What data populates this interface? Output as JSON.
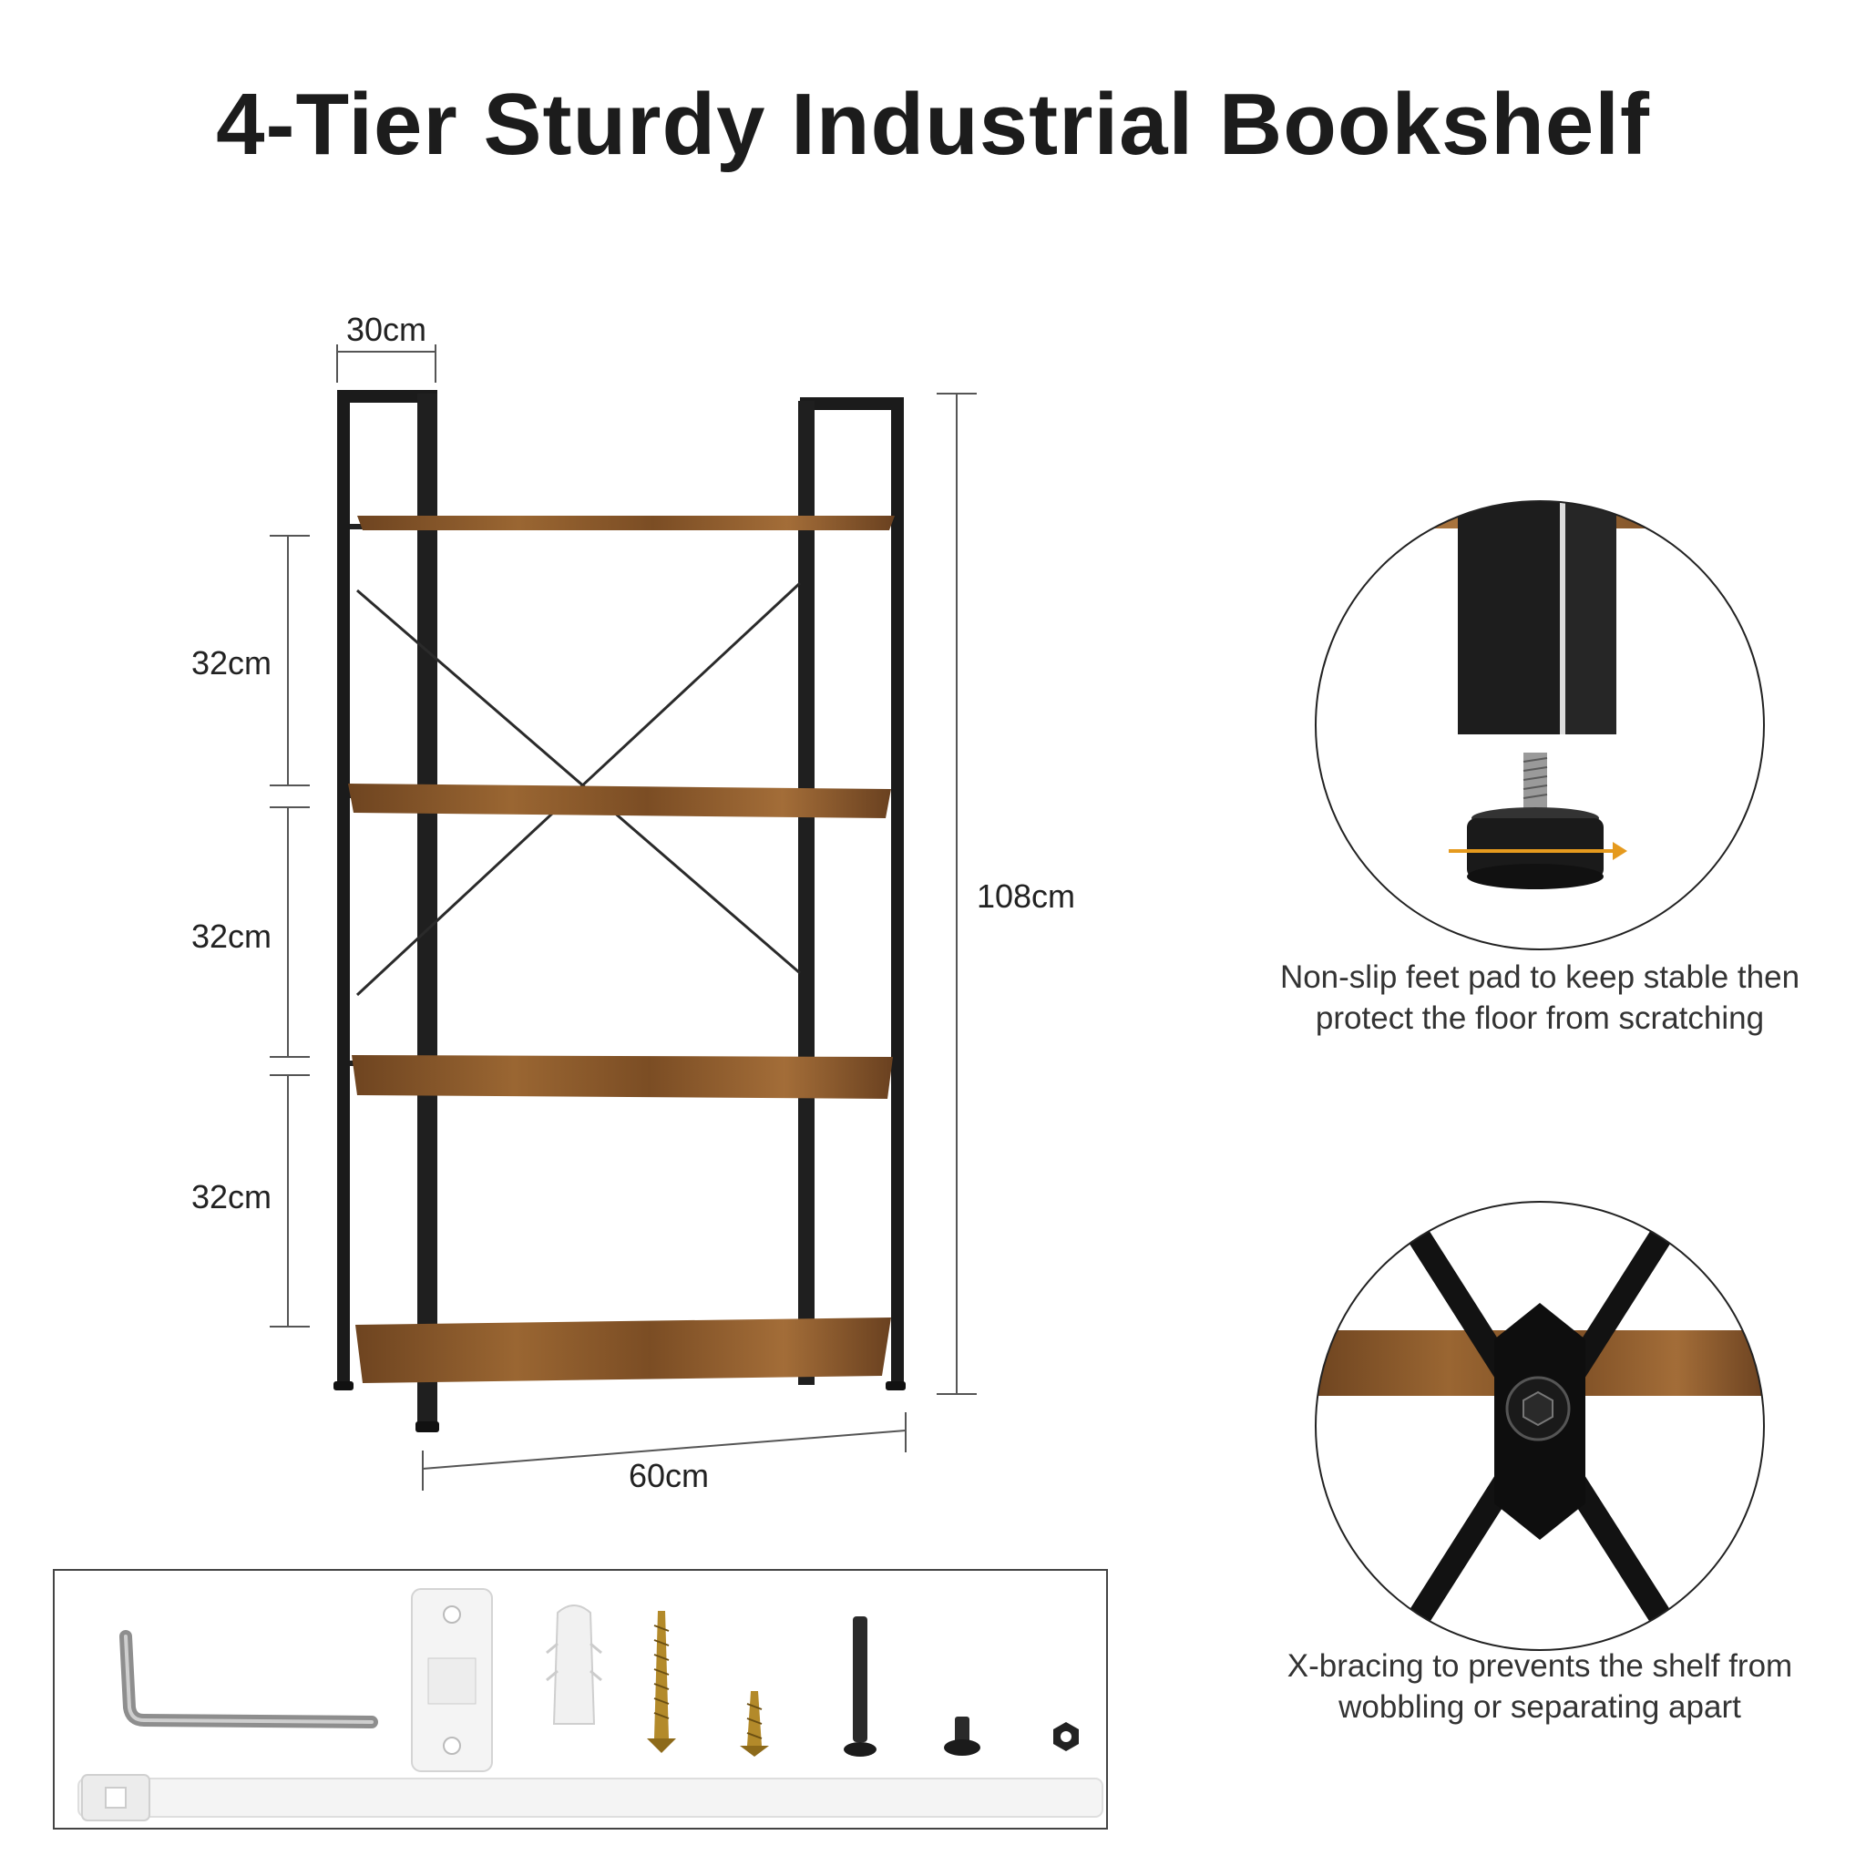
{
  "title": "4-Tier Sturdy Industrial Bookshelf",
  "dimensions": {
    "depth": "30cm",
    "tier_top": "32cm",
    "tier_middle": "32cm",
    "tier_bottom": "32cm",
    "height": "108cm",
    "width": "60cm"
  },
  "features": [
    {
      "caption": "Non-slip feet pad to keep stable then protect the floor from scratching",
      "icon": "adjustable-foot-icon"
    },
    {
      "caption": "X-bracing to prevents the shelf from wobbling or separating apart",
      "icon": "x-bracing-icon"
    }
  ],
  "hardware_kit": [
    "allen-key-icon",
    "wall-bracket-icon",
    "wall-anchor-icon",
    "long-wood-screw-icon",
    "short-wood-screw-icon",
    "bolt-icon",
    "short-bolt-icon",
    "hex-nut-icon",
    "anti-tip-strap-icon"
  ],
  "colors": {
    "wood": "#8a5a2b",
    "frame": "#1b1b1b",
    "text": "#1c1c1c"
  }
}
